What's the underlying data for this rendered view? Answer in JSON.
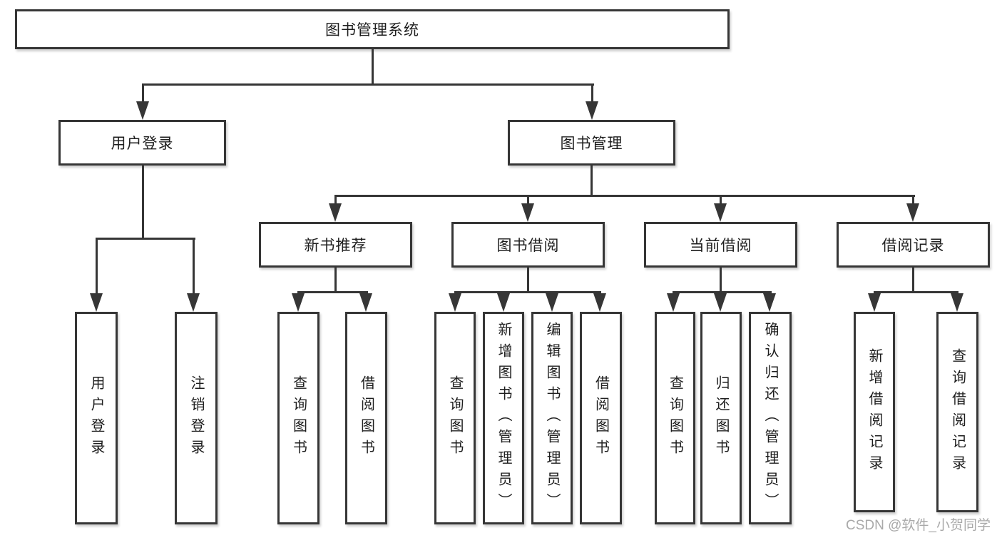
{
  "title": "图书管理系统",
  "branches": [
    {
      "label": "用户登录",
      "children": [
        "用户登录",
        "注销登录"
      ]
    },
    {
      "label": "图书管理",
      "sections": [
        {
          "label": "新书推荐",
          "children": [
            "查询图书",
            "借阅图书"
          ]
        },
        {
          "label": "图书借阅",
          "children": [
            "查询图书",
            "新增图书（管理员）",
            "编辑图书（管理员）",
            "借阅图书"
          ]
        },
        {
          "label": "当前借阅",
          "children": [
            "查询图书",
            "归还图书",
            "确认归还（管理员）"
          ]
        },
        {
          "label": "借阅记录",
          "children": [
            "新增借阅记录",
            "查询借阅记录"
          ]
        }
      ]
    }
  ],
  "watermark": "CSDN @软件_小贺同学",
  "colors": {
    "line": "#363636",
    "text": "#1e1e1e",
    "background": "#ffffff",
    "watermark": "#a9a9a9"
  }
}
